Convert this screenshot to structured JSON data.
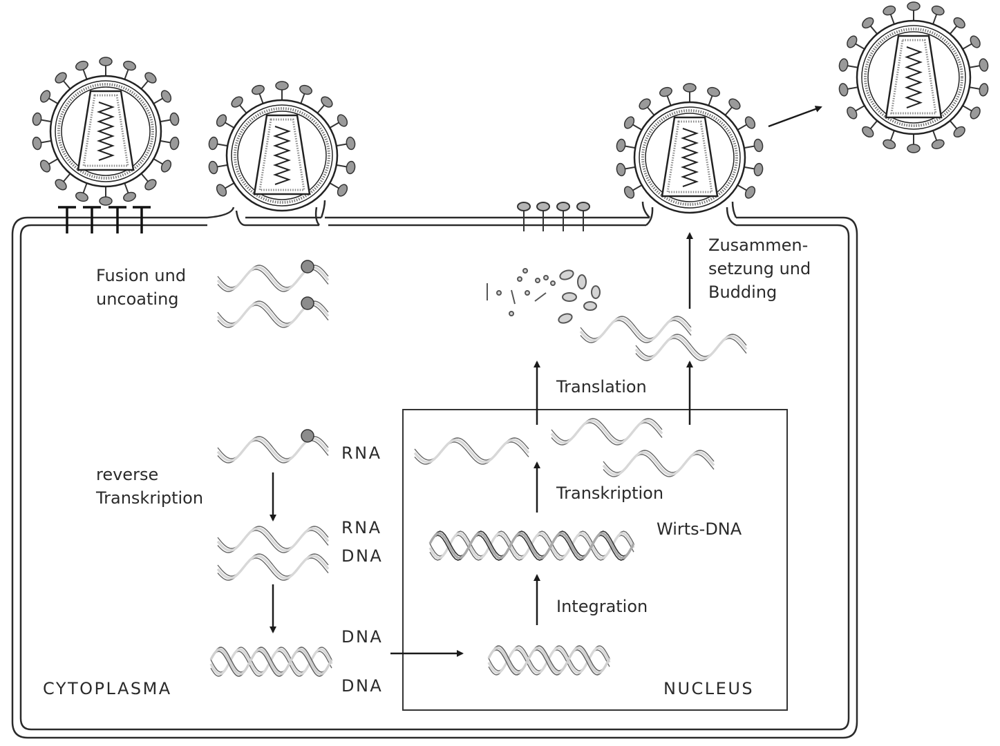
{
  "labels": {
    "fusion": "Fusion und\nuncoating",
    "reverse_transcription": "reverse\nTranskription",
    "rna_1": "RNA",
    "rna_2": "RNA",
    "dna_1": "DNA",
    "dna_2": "DNA",
    "dna_3": "DNA",
    "cytoplasma": "CYTOPLASMA",
    "nucleus": "NUCLEUS",
    "translation": "Translation",
    "transkription": "Transkription",
    "wirts_dna": "Wirts-DNA",
    "integration": "Integration",
    "assembly_budding": "Zusammen-\nsetzung und\nBudding"
  },
  "colors": {
    "line": "#1a1a1a",
    "strand": "#b8b8b8",
    "strand_dark": "#555555",
    "spike": "#9a9a9a",
    "background": "#ffffff"
  }
}
